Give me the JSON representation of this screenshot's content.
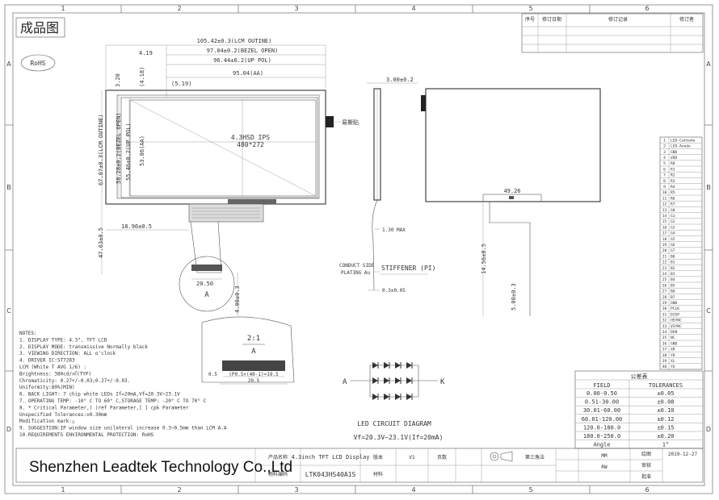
{
  "title_block": {
    "drawing_title": "成品图",
    "company": "Shenzhen Leadtek Technology Co.,Ltd",
    "product_name_label": "产品名称",
    "product_name": "4.3inch TFT LCD Display",
    "material_code_label": "物料编码",
    "part_number": "LTK043HS40A1S",
    "version_label": "版本",
    "version": "V1",
    "pages_label": "页数",
    "material_label": "材料",
    "projection": "第三角法",
    "unit": "MM",
    "draw_label": "绘图",
    "check_label": "审核",
    "approve_label": "批准",
    "designer": "RW",
    "date": "2019-12-27"
  },
  "revision_table": {
    "headers": [
      "序号",
      "修订日期",
      "修订记录",
      "修订者"
    ]
  },
  "grid": {
    "columns": [
      "1",
      "2",
      "3",
      "4",
      "5",
      "6"
    ],
    "rows": [
      "A",
      "B",
      "C",
      "D"
    ]
  },
  "rohs_label": "RoHS",
  "front_view": {
    "dims": {
      "outline_width": "105.42±0.3(LCM OUTINE)",
      "bezel_width": "97.04±0.2(BEZEL OPEN)",
      "pol_width": "96.44±0.2(UP POL)",
      "aa_width": "95.04(AA)",
      "left_offset": "4.19",
      "left_offset2": "(5.19)",
      "top_offset": "3.20",
      "top_offset2": "(4.18)",
      "outline_height": "67.07±0.3(LCM OUTINE)",
      "bezel_height": "56.28±0.2(BEZEL OPEN)",
      "pol_height": "55.46±0.2(UP POL)",
      "aa_height": "53.86(AA)",
      "fpc_offset": "18.96±0.5",
      "fpc_length": "47.63±0.5",
      "fpc_width": "20.50",
      "fpc_end": "4.00±0.3"
    },
    "center_label_1": "4.3HSD IPS",
    "center_label_2": "480*272",
    "tape_label": "易撕贴",
    "detail_marker": "A"
  },
  "side_view": {
    "thickness": "3.00±0.2",
    "fpc_thickness": "0.3±0.05",
    "fpc_gap": "1.30 MAX",
    "conduct_label": "CONDUCT SIDE",
    "plating_label": "PLATING Au",
    "stiffener_label": "STIFFENER (PI)"
  },
  "rear_view": {
    "connector_width": "49.26",
    "fpc_length": "14.56±0.5",
    "fpc_end": "5.00±0.3"
  },
  "detail": {
    "scale": "2:1",
    "label": "A",
    "pitch": "0.5",
    "span1": "(P0.5×(40-1)=19.5",
    "span2": "20.5"
  },
  "pin_table": [
    "LED-Cathode",
    "LED-Anode",
    "GND",
    "VDD",
    "R0",
    "R1",
    "R2",
    "R3",
    "R4",
    "R5",
    "R6",
    "R7",
    "G0",
    "G1",
    "G2",
    "G3",
    "G4",
    "G5",
    "G6",
    "G7",
    "B0",
    "B1",
    "B2",
    "B3",
    "B4",
    "B5",
    "B6",
    "B7",
    "GND",
    "PCLK",
    "DISP",
    "HSYNC",
    "VSYNC",
    "DEN",
    "NC",
    "GND",
    "XR",
    "YD",
    "XL",
    "YU"
  ],
  "notes": [
    "NOTES:",
    "1. DISPLAY TYPE: 4.3\", TFT LCD",
    "2. DISPLAY MODE: transmissive Normally black",
    "3. VIEWING DIRECTION: ALL o'clock",
    "4. DRIVER IC:ST7283",
    "LCM (White T AVG 1/6) :",
    "      Brightness: 380cd/㎡(TYP)",
    "      Chromaticity: 0.27+/-0.03;0.27+/-0.03.",
    "      Uniformity:80%(MIN)",
    "6. BACK LIGHT: 7 chip white LEDs If=20mA,Vf=20.3V~23.1V",
    "7. OPERATING TEMP: -10° C TO 60° C,STORAGE TEMP: -20° C TO 70° C",
    "8. * Critical Parameter,( )ref Parameter,[ ] cpk Parameter",
    "   Unspecified Tolerances:±0.30mm",
    "   Modification mark:△",
    "9. SUGGESTION:IP window size unilateral increase 0.3~0.5mm than LCM A.A",
    "10.REQUIREMENTS ENVIRONMENTAL PROTECTION: RoHS"
  ],
  "led_circuit": {
    "anode": "A",
    "cathode": "K",
    "title": "LED CIRCUIT DIAGRAM",
    "spec": "Vf=20.3V~23.1V(If=20mA)"
  },
  "tolerance_table": {
    "title": "公差表",
    "headers": [
      "FIELD",
      "TOLERANCES"
    ],
    "rows": [
      [
        "0.00-0.50",
        "±0.05"
      ],
      [
        "0.51-30.00",
        "±0.08"
      ],
      [
        "30.01-60.00",
        "±0.10"
      ],
      [
        "60.01-120.00",
        "±0.12"
      ],
      [
        "120.0-180.0",
        "±0.15"
      ],
      [
        "180.0-250.0",
        "±0.20"
      ],
      [
        "Angle",
        "1°"
      ]
    ]
  }
}
